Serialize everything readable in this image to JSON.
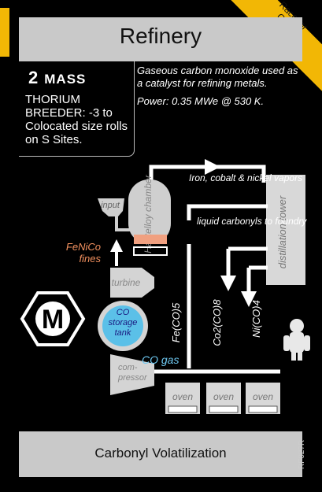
{
  "card": {
    "title": "Refinery",
    "corner_tag": "Race for Glory",
    "mass_value": "2",
    "mass_label": "MASS",
    "mass_text": "THORIUM BREEDER: -3 to Colocated size rolls on S Sites.",
    "description": "Gaseous carbon monoxide used as a catalyst for refining metals.",
    "power": "Power: 0.35 MWe @ 530 K.",
    "bottom_title": "Carbonyl Volatilization",
    "code": "RF027R",
    "badge_letter": "M"
  },
  "diagram": {
    "input": "input",
    "chamber": "Hastelloy chamber",
    "fines": "FeNiCo fines",
    "turbine": "turbine",
    "storage": "CO storage tank",
    "compressor": "com-pressor",
    "co_gas": "CO gas",
    "vapors": "Iron, cobalt & nickel vapors",
    "liquid": "liquid carbonyls to foundry",
    "tower": "distillation tower",
    "fe": "Fe(CO)5",
    "co2": "Co2(CO)8",
    "ni": "Ni(CO)4",
    "oven": "oven"
  }
}
